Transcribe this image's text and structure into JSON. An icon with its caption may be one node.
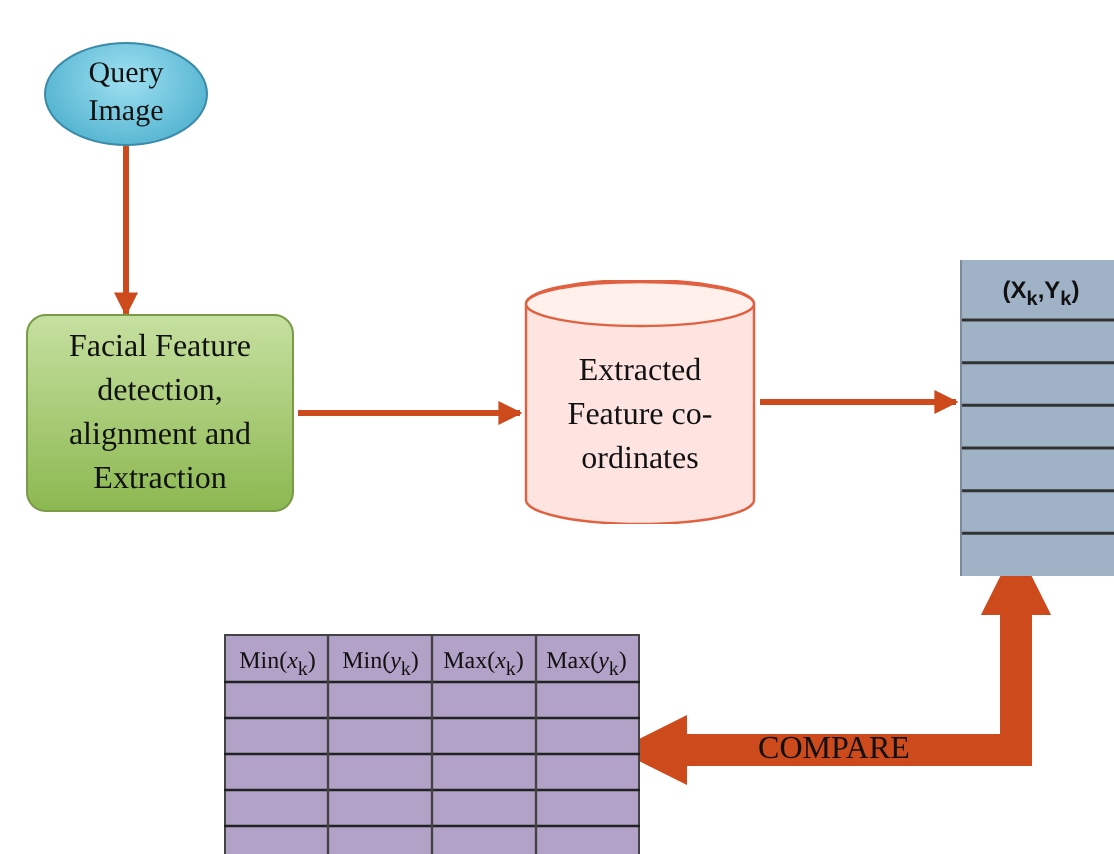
{
  "diagram": {
    "nodes": [
      {
        "text": [
          "Query Image"
        ]
      },
      {
        "text": [
          "Facial Feature detection, alignment and Extraction"
        ]
      },
      {
        "text": [
          "Extracted Feature co-ordinates"
        ]
      },
      {
        "text": [
          "(X$_{k}$,Y$_{k}$)"
        ]
      },
      {
        "text": [
          "Min(*x*$_{k}$)",
          "Min(*y*$_{k}$)",
          "Max(*x*$_{k}$)",
          "Max(*y*$_{k}$)"
        ]
      }
    ],
    "edges": [
      {
        "from": 0,
        "to": 1,
        "arrow": "to"
      },
      {
        "from": 1,
        "to": 2,
        "arrow": "to"
      },
      {
        "from": 2,
        "to": 3,
        "arrow": "to"
      },
      {
        "from": 4,
        "to": 3,
        "arrow": "both",
        "label": "COMPARE",
        "style": "thick"
      }
    ]
  }
}
